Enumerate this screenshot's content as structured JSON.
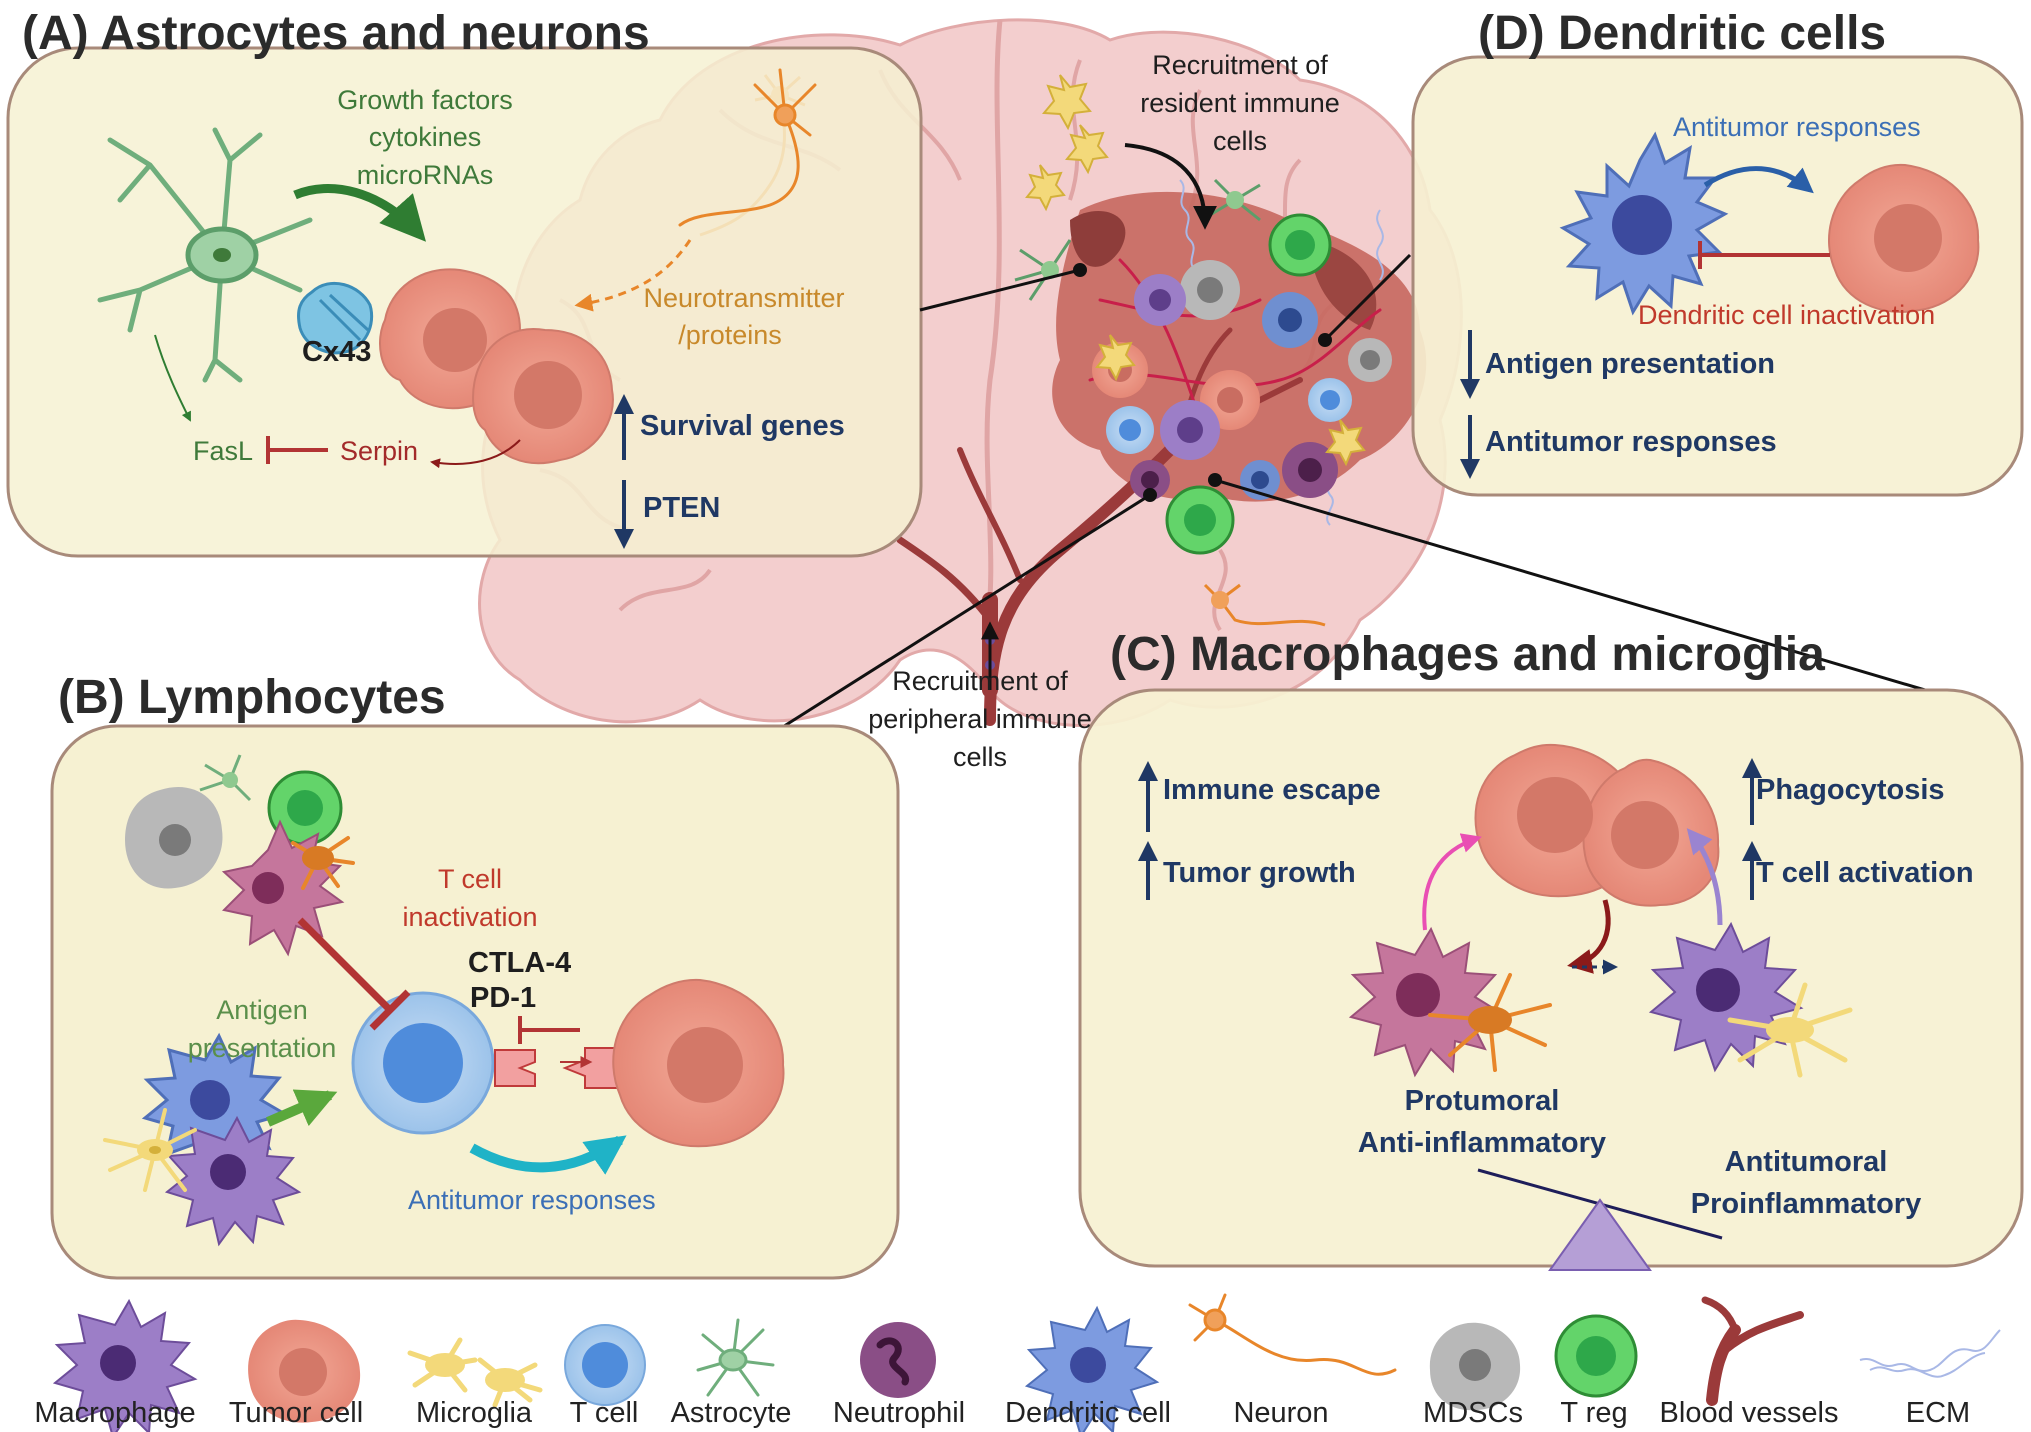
{
  "panels": {
    "a": {
      "title": "(A) Astrocytes and neurons",
      "growth_factors": [
        "Growth factors",
        "cytokines",
        "microRNAs"
      ],
      "neurotransmitter": [
        "Neurotransmitter",
        "/proteins"
      ],
      "cx43": "Cx43",
      "fasl": "FasL",
      "serpin": "Serpin",
      "survival_genes": "Survival genes",
      "pten": "PTEN"
    },
    "b": {
      "title": "(B) Lymphocytes",
      "t_cell_inactivation": [
        "T cell",
        "inactivation"
      ],
      "checkpoints": [
        "CTLA-4",
        "PD-1"
      ],
      "antigen_presentation": [
        "Antigen",
        "presentation"
      ],
      "antitumor_responses": "Antitumor responses"
    },
    "c": {
      "title": "(C) Macrophages and microglia",
      "immune_escape": "Immune escape",
      "tumor_growth": "Tumor growth",
      "phagocytosis": "Phagocytosis",
      "t_cell_activation": "T cell activation",
      "protumoral": [
        "Protumoral",
        "Anti-inflammatory"
      ],
      "antitumoral": [
        "Antitumoral",
        "Proinflammatory"
      ]
    },
    "d": {
      "title": "(D) Dendritic cells",
      "antitumor_responses_top": "Antitumor responses",
      "dc_inactivation": "Dendritic cell inactivation",
      "antigen_presentation": "Antigen presentation",
      "antitumor_responses": "Antitumor responses"
    }
  },
  "brain": {
    "resident_recruitment": [
      "Recruitment of",
      "resident immune",
      "cells"
    ],
    "peripheral_recruitment": [
      "Recruitment of",
      "peripheral immune",
      "cells"
    ]
  },
  "legend": [
    {
      "label": "Macrophage",
      "icon": "macrophage-icon"
    },
    {
      "label": "Tumor cell",
      "icon": "tumor-cell-icon"
    },
    {
      "label": "Microglia",
      "icon": "microglia-icon"
    },
    {
      "label": "T cell",
      "icon": "t-cell-icon"
    },
    {
      "label": "Astrocyte",
      "icon": "astrocyte-icon"
    },
    {
      "label": "Neutrophil",
      "icon": "neutrophil-icon"
    },
    {
      "label": "Dendritic cell",
      "icon": "dendritic-cell-icon"
    },
    {
      "label": "Neuron",
      "icon": "neuron-icon"
    },
    {
      "label": "MDSCs",
      "icon": "mdsc-icon"
    },
    {
      "label": "T reg",
      "icon": "t-reg-icon"
    },
    {
      "label": "Blood vessels",
      "icon": "blood-vessel-icon"
    },
    {
      "label": "ECM",
      "icon": "ecm-icon"
    }
  ],
  "colors": {
    "panel_fill": "#f6f1d2",
    "panel_border": "#a88a7a",
    "navy_text": "#1f3864",
    "red_text": "#c0392b",
    "green_text": "#3f7a3a",
    "orange_text": "#c8892b",
    "blue_text": "#3b6fb6",
    "brain_pink": "#f3c9c9",
    "tumor_salmon": "#e99485"
  }
}
